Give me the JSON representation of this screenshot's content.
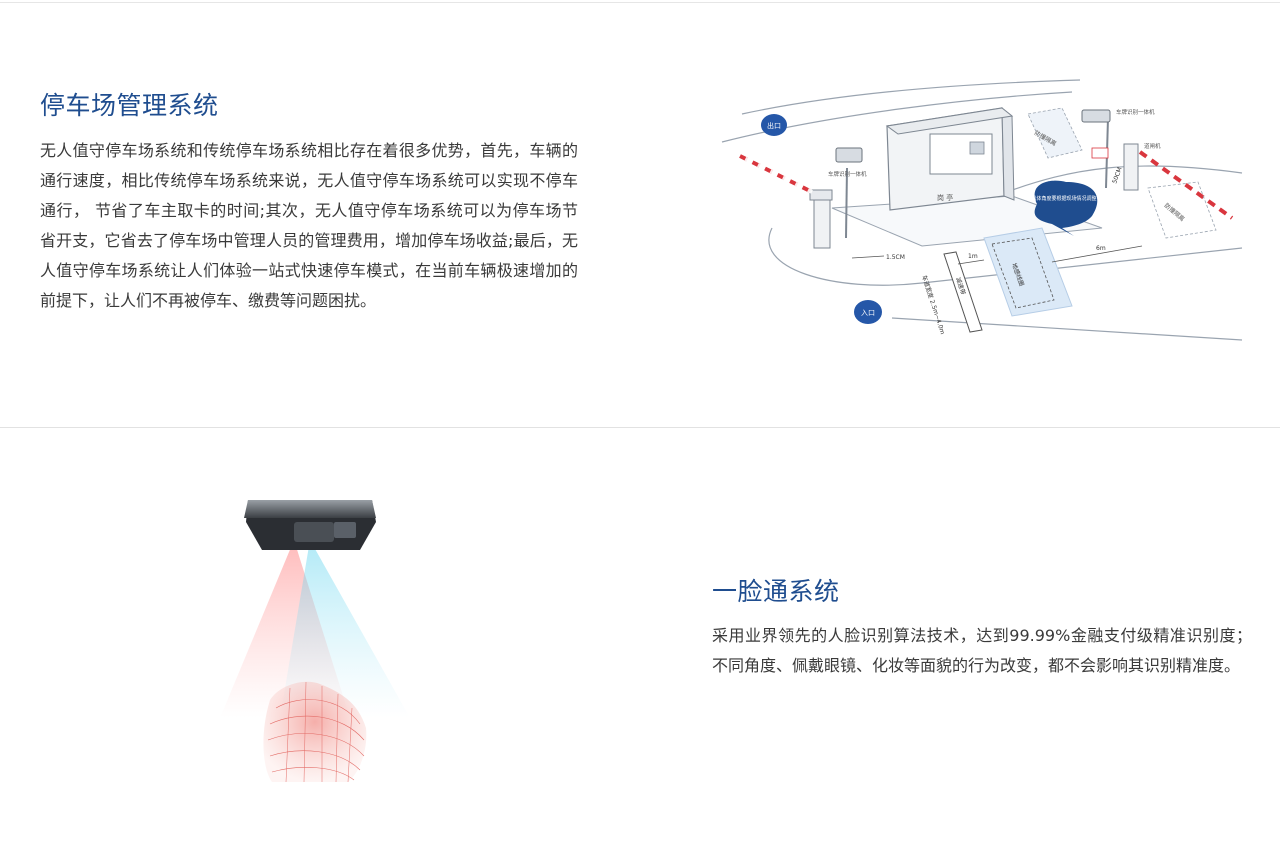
{
  "parking": {
    "title": "停车场管理系统",
    "description": "无人值守停车场系统和传统停车场系统相比存在着很多优势，首先，车辆的通行速度，相比传统停车场系统来说，无人值守停车场系统可以实现不停车通行， 节省了车主取卡的时间;其次，无人值守停车场系统可以为停车场节省开支，它省去了停车场中管理人员的管理费用，增加停车场收益;最后，无人值守停车场系统让人们体验一站式快速停车模式，在当前车辆极速增加的前提下，让人们不再被停车、缴费等问题困扰。",
    "diagram": {
      "exit_label": "出口",
      "entry_label": "入口",
      "booth_label": "岗 亭",
      "camera_left_label": "车牌识别一体机",
      "camera_right_label": "车牌识别一体机",
      "barrier_label": "道闸机",
      "bubble_text": "具体角度要根据现场情况调整",
      "dim_15cm": "1.5CM",
      "dim_1m": "1m",
      "dim_6m": "6m",
      "dim_50cm": "50CM",
      "loop_label": "地感线圈",
      "speed_bump": "减速带",
      "lane_width": "车道宽度 2.5m~4.0m",
      "sign_left": "防撞隔离",
      "sign_right": "防撞隔离"
    }
  },
  "face": {
    "title": "一脸通系统",
    "description": "采用业界领先的人脸识别算法技术，达到99.99%金融支付级精准识别度；不同角度、佩戴眼镜、化妆等面貌的行为改变，都不会影响其识别精准度。"
  },
  "colors": {
    "title_blue": "#1f4d8f",
    "text_gray": "#3a3a3a",
    "accent_red": "#d9363e",
    "badge_blue": "#2557a8"
  }
}
